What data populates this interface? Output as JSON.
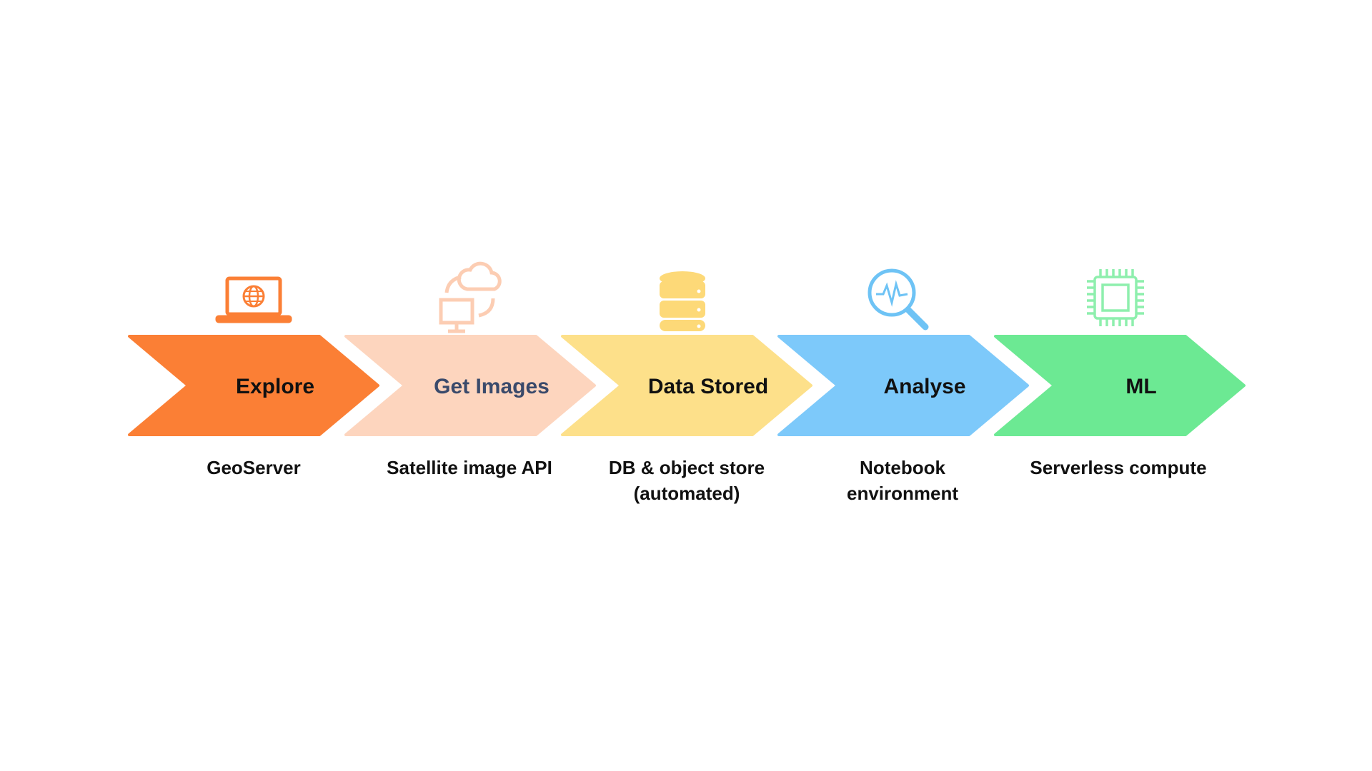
{
  "steps": [
    {
      "title": "Explore",
      "subtitle": [
        "GeoServer"
      ],
      "icon": "laptop-globe-icon",
      "color": "#FB7F35",
      "title_color": "#111111"
    },
    {
      "title": "Get Images",
      "subtitle": [
        "Satellite image API"
      ],
      "icon": "cloud-sync-monitor-icon",
      "color": "#FDD5BE",
      "title_color": "#3A4A6B"
    },
    {
      "title": "Data Stored",
      "subtitle": [
        "DB & object store",
        "(automated)"
      ],
      "icon": "database-icon",
      "color": "#FDE08A",
      "title_color": "#111111"
    },
    {
      "title": "Analyse",
      "subtitle": [
        "Notebook",
        "environment"
      ],
      "icon": "magnifier-pulse-icon",
      "color": "#7DC9FA",
      "title_color": "#111111"
    },
    {
      "title": "ML",
      "subtitle": [
        "Serverless compute"
      ],
      "icon": "cpu-chip-icon",
      "color": "#6CE993",
      "title_color": "#111111"
    }
  ]
}
